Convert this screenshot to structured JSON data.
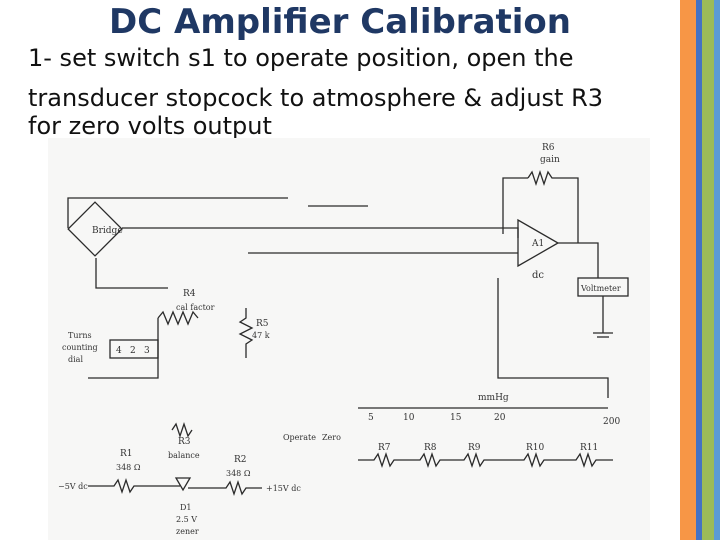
{
  "slide": {
    "title": "DC Amplifier Calibration",
    "line1": "1- set switch s1 to operate position, open the",
    "line2": "transducer stopcock  to atmosphere &  adjust R3",
    "line3": "for zero volts output"
  },
  "stripe_colors": [
    "#f79646",
    "#4472c4",
    "#9bbb59",
    "#5b9bd5"
  ],
  "circuit": {
    "bridge": "Bridge",
    "r6": "R6",
    "gain": "gain",
    "a1": "A1",
    "dc": "dc",
    "voltmeter": "Voltmeter",
    "r4": "R4",
    "cal_factor": "cal factor",
    "r5": "R5",
    "r5_value": "47 k",
    "turns": "Turns",
    "counting": "counting",
    "dial": "dial",
    "dial_digits": [
      "4",
      "2",
      "3"
    ],
    "mmhg": "mmHg",
    "taps": [
      "5",
      "10",
      "15",
      "20",
      "200"
    ],
    "operate": "Operate",
    "zero": "Zero",
    "r1": "R1",
    "r1_value": "348 Ω",
    "r3": "R3",
    "balance": "balance",
    "r2": "R2",
    "r2_value": "348 Ω",
    "neg_supply": "−5V dc",
    "pos_supply": "+15V dc",
    "d1": "D1",
    "zener_voltage": "2.5 V",
    "zener": "zener",
    "r7": "R7",
    "r8": "R8",
    "r9": "R9",
    "r10": "R10",
    "r11": "R11"
  }
}
